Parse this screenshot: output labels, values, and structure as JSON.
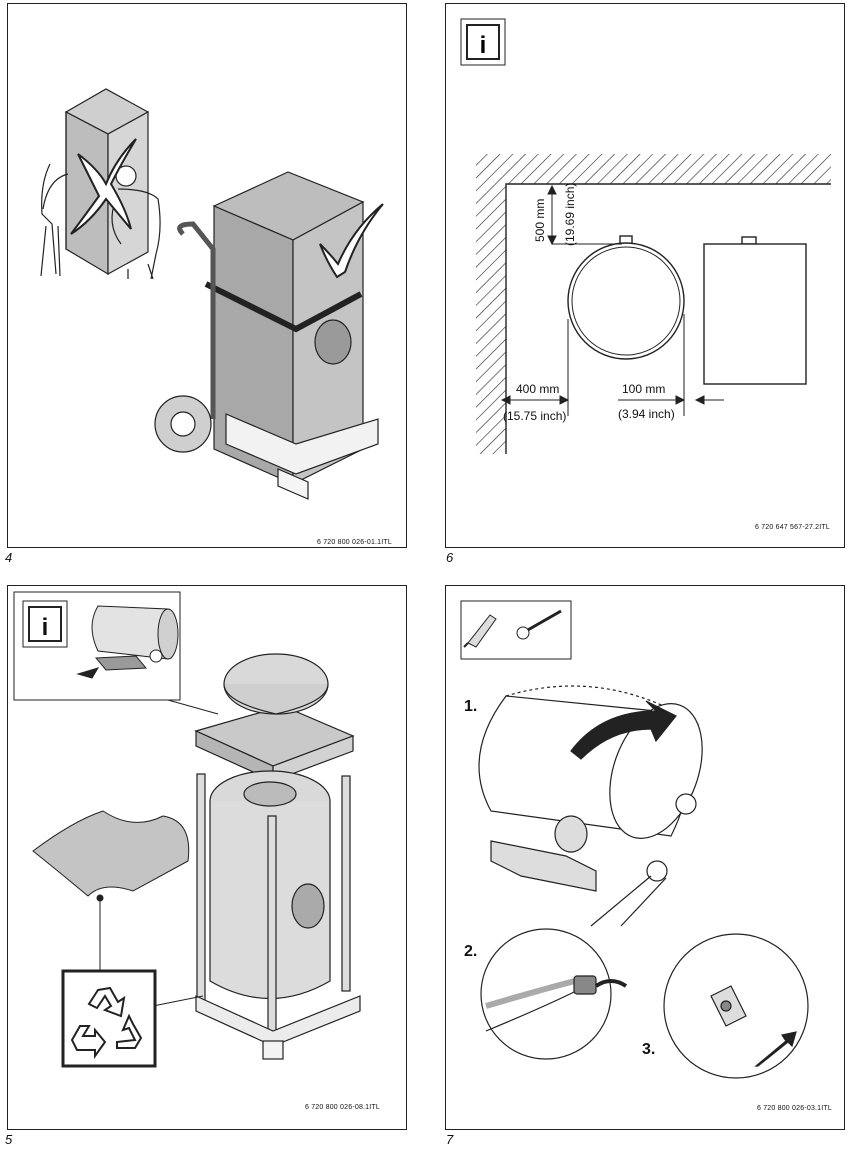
{
  "figures": [
    {
      "number": "4",
      "code": "6 720 800 026-01.1ITL"
    },
    {
      "number": "6",
      "code": "6 720 647 567-27.2ITL",
      "dims": {
        "v_mm": "500 mm",
        "v_inch": "(19.69 inch)",
        "h1_mm": "400 mm",
        "h1_inch": "(15.75 inch)",
        "h2_mm": "100 mm",
        "h2_inch": "(3.94 inch)"
      }
    },
    {
      "number": "5",
      "code": "6 720 800 026-08.1ITL"
    },
    {
      "number": "7",
      "code": "6 720 800 026-03.1ITL",
      "steps": [
        "1.",
        "2.",
        "3."
      ]
    }
  ],
  "icons": {
    "info": "i"
  },
  "colors": {
    "line": "#222222",
    "gray": "#bdbdbd",
    "light_gray": "#d9d9d9",
    "dark_gray": "#8a8a8a"
  }
}
